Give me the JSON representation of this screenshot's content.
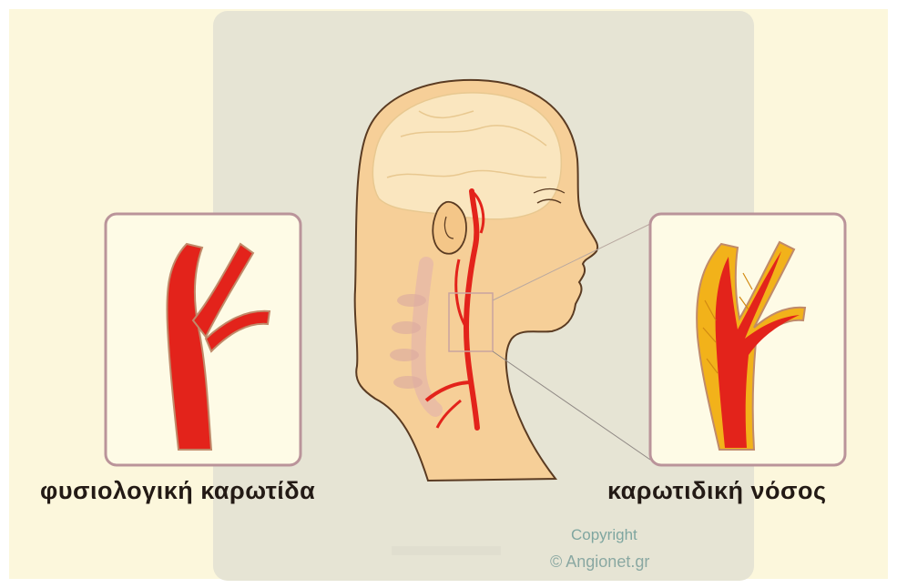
{
  "labels": {
    "normal": "φυσιολογική καρωτίδα",
    "disease": "καρωτιδική νόσος"
  },
  "copyright": {
    "line": "Copyright",
    "owner": "© Angionet.gr"
  },
  "colors": {
    "background": "#fcf7dc",
    "panel": "#e6e4d4",
    "skin": "#f6cf98",
    "skin_outline": "#5a3b22",
    "brain": "#fae6bf",
    "artery": "#e3231b",
    "plaque": "#f2b21a",
    "inset_border": "#ba949a",
    "inset_fill": "#fefbe6"
  }
}
